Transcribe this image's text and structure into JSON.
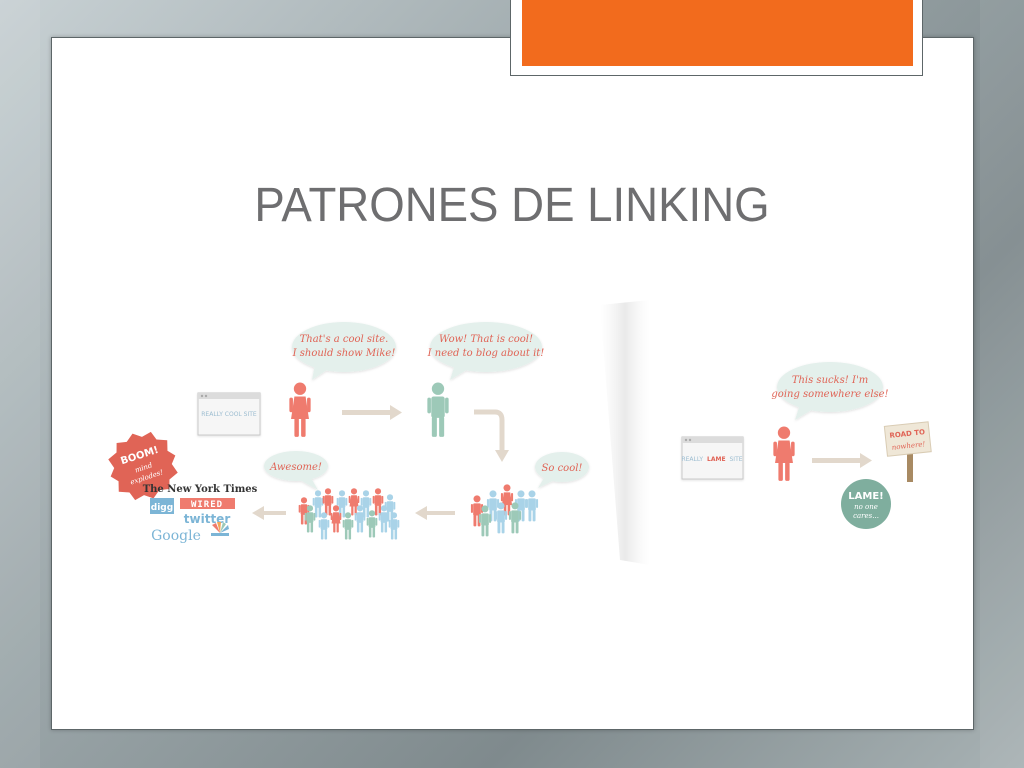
{
  "slide": {
    "title": "PATRONES DE LINKING",
    "accent_color": "#f26b1d"
  },
  "diagram": {
    "cool_site_label": "REALLY COOL SITE",
    "lame_site_label_prefix": "REALLY",
    "lame_site_label_word": "LAME",
    "lame_site_label_suffix": "SITE",
    "bubble_1_line_1": "That's a cool site.",
    "bubble_1_line_2": "I should show Mike!",
    "bubble_2_line_1": "Wow! That is cool!",
    "bubble_2_line_2": "I need to blog about it!",
    "bubble_3": "So cool!",
    "bubble_4": "Awesome!",
    "bubble_5_line_1": "This sucks! I'm",
    "bubble_5_line_2": "going somewhere else!",
    "boom_line_1": "BOOM!",
    "boom_line_2": "mind",
    "boom_line_3": "explodes!",
    "media_nyt": "The New York Times",
    "media_digg": "digg",
    "media_wired": "WIRED",
    "media_twitter": "twitter",
    "media_google": "Google",
    "sign_line_1": "ROAD TO",
    "sign_line_2": "nowhere!",
    "lame_line_1": "LAME!",
    "lame_line_2": "no one",
    "lame_line_3": "cares...",
    "colors": {
      "person_red": "#ef7b6e",
      "person_teal": "#9dc9b8",
      "person_blue": "#a9d3e8",
      "arrow": "#e2d8cc",
      "boom": "#e06456",
      "lame_badge": "#7fae9e"
    }
  }
}
